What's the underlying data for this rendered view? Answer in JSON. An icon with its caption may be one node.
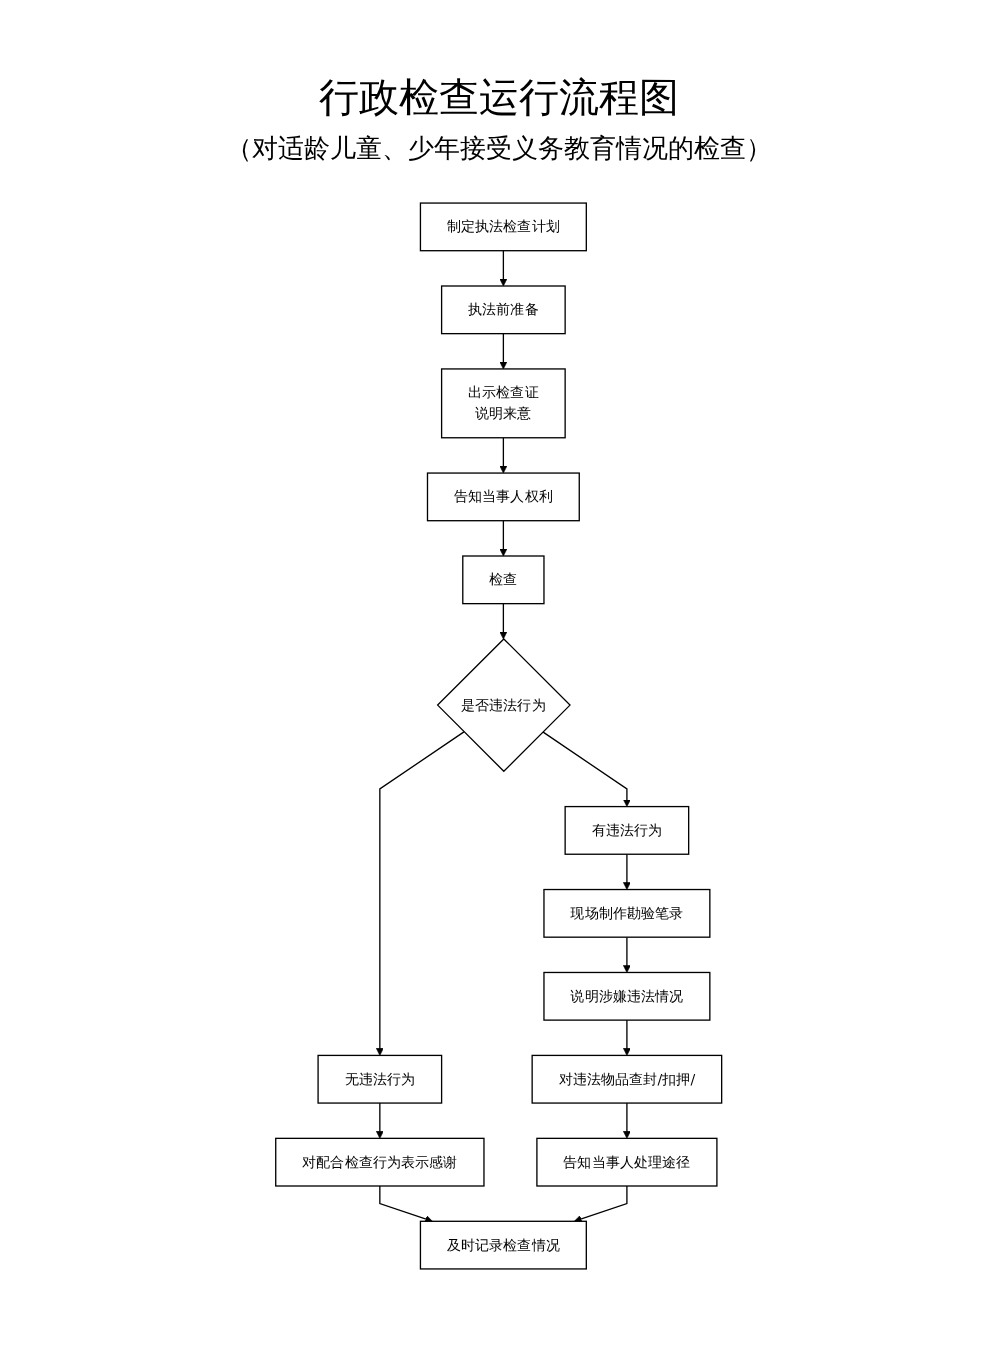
{
  "diagram": {
    "title": "行政检查运行流程图",
    "nodes": [
      {
        "text": [
          "制定执法检查计划"
        ]
      },
      {
        "text": [
          "执法前准备"
        ]
      },
      {
        "text": [
          "出示检查证",
          "说明来意"
        ]
      },
      {
        "text": [
          "告知当事人权利"
        ]
      },
      {
        "text": [
          "检查"
        ]
      },
      {
        "text": [
          "是否违法行为"
        ]
      },
      {
        "text": [
          "无违法行为"
        ]
      },
      {
        "text": [
          "有违法行为"
        ]
      },
      {
        "text": [
          "对配合检查行为表示感谢"
        ]
      },
      {
        "text": [
          "现场制作勘验笔录"
        ]
      },
      {
        "text": [
          "说明涉嫌违法情况"
        ]
      },
      {
        "text": [
          "对违法物品查封/扣押/"
        ]
      },
      {
        "text": [
          "告知当事人处理途径"
        ]
      },
      {
        "text": [
          "及时记录检查情况"
        ]
      }
    ],
    "edges": [
      {
        "from": 0,
        "to": 1,
        "arrow": "to"
      },
      {
        "from": 1,
        "to": 2,
        "arrow": "to"
      },
      {
        "from": 2,
        "to": 3,
        "arrow": "to"
      },
      {
        "from": 3,
        "to": 4,
        "arrow": "to"
      },
      {
        "from": 4,
        "to": 5,
        "arrow": "to"
      },
      {
        "from": 5,
        "to": 6,
        "arrow": "to"
      },
      {
        "from": 5,
        "to": 7,
        "arrow": "to"
      },
      {
        "from": 6,
        "to": 8,
        "arrow": "to"
      },
      {
        "from": 7,
        "to": 9,
        "arrow": "to"
      },
      {
        "from": 9,
        "to": 10,
        "arrow": "to"
      },
      {
        "from": 10,
        "to": 11,
        "arrow": "to"
      },
      {
        "from": 11,
        "to": 12,
        "arrow": "to"
      },
      {
        "from": 8,
        "to": 13,
        "arrow": "to"
      },
      {
        "from": 12,
        "to": 13,
        "arrow": "to"
      }
    ],
    "labels": [
      "（对适龄儿童、少年接受义务教育情况的检查）"
    ]
  }
}
